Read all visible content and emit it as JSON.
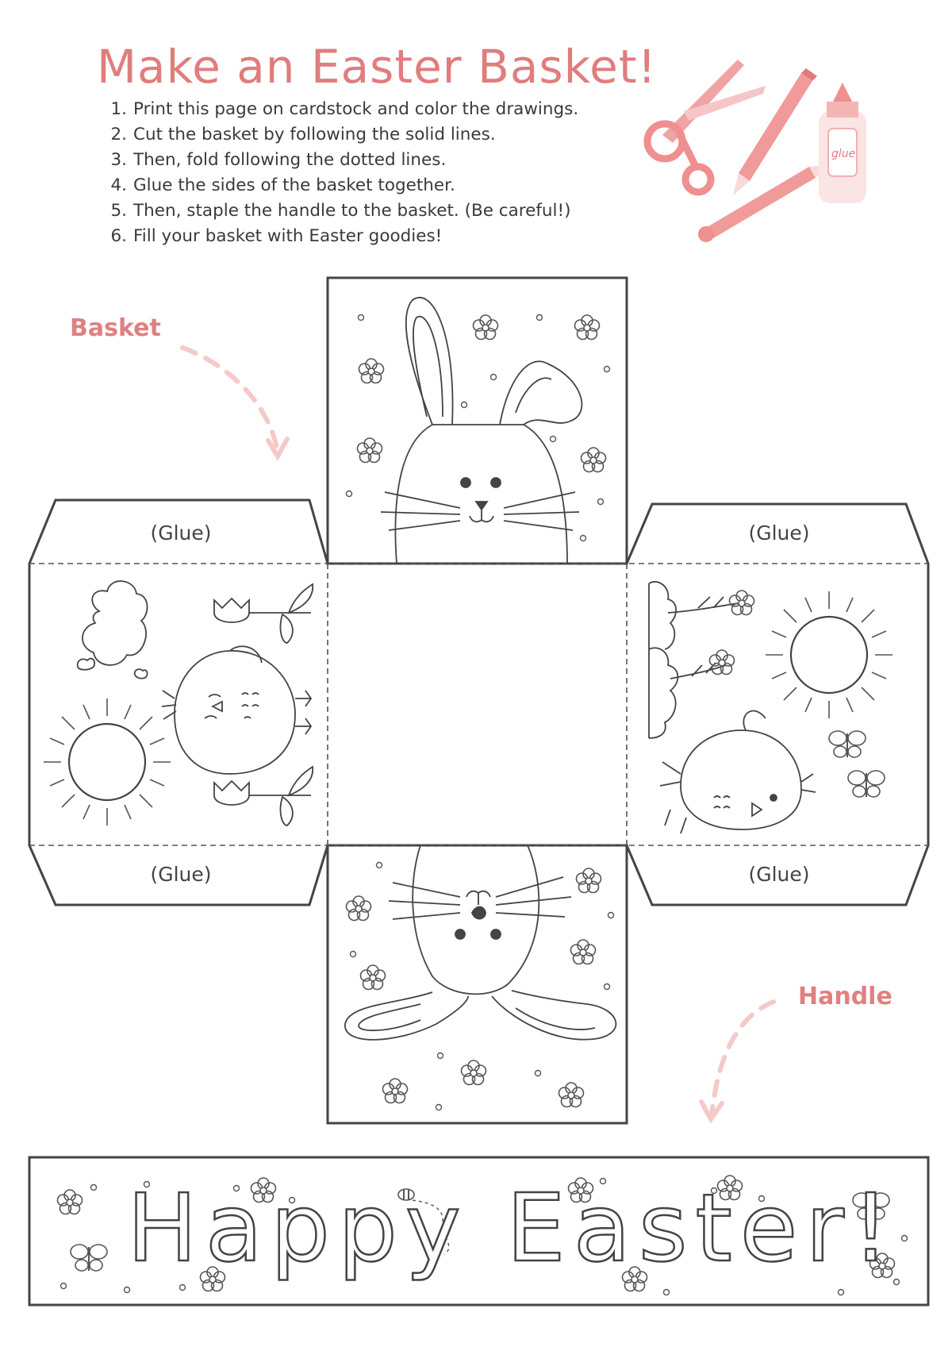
{
  "title": "Make an Easter Basket!",
  "steps": [
    {
      "num": "1.",
      "text": "Print this page on cardstock and color the drawings."
    },
    {
      "num": "2.",
      "text": "Cut the basket by following the solid lines."
    },
    {
      "num": "3.",
      "text": "Then, fold following the dotted lines."
    },
    {
      "num": "4.",
      "text": "Glue the sides of the basket together."
    },
    {
      "num": "5.",
      "text": "Then, staple the handle to the basket. (Be careful!)"
    },
    {
      "num": "6.",
      "text": "Fill your basket with Easter goodies!"
    }
  ],
  "labels": {
    "basket": "Basket",
    "handle": "Handle"
  },
  "glue": [
    "(Glue)",
    "(Glue)",
    "(Glue)",
    "(Glue)"
  ],
  "handle": {
    "text": "Happy Easter!"
  },
  "supplies_icons": [
    "scissors-icon",
    "pencil-icon",
    "glue-bottle-icon"
  ],
  "glue_bottle_label": "glue",
  "colors": {
    "accent": "#e07d7d",
    "line": "#444444",
    "pink_light": "#f6c9c9"
  }
}
